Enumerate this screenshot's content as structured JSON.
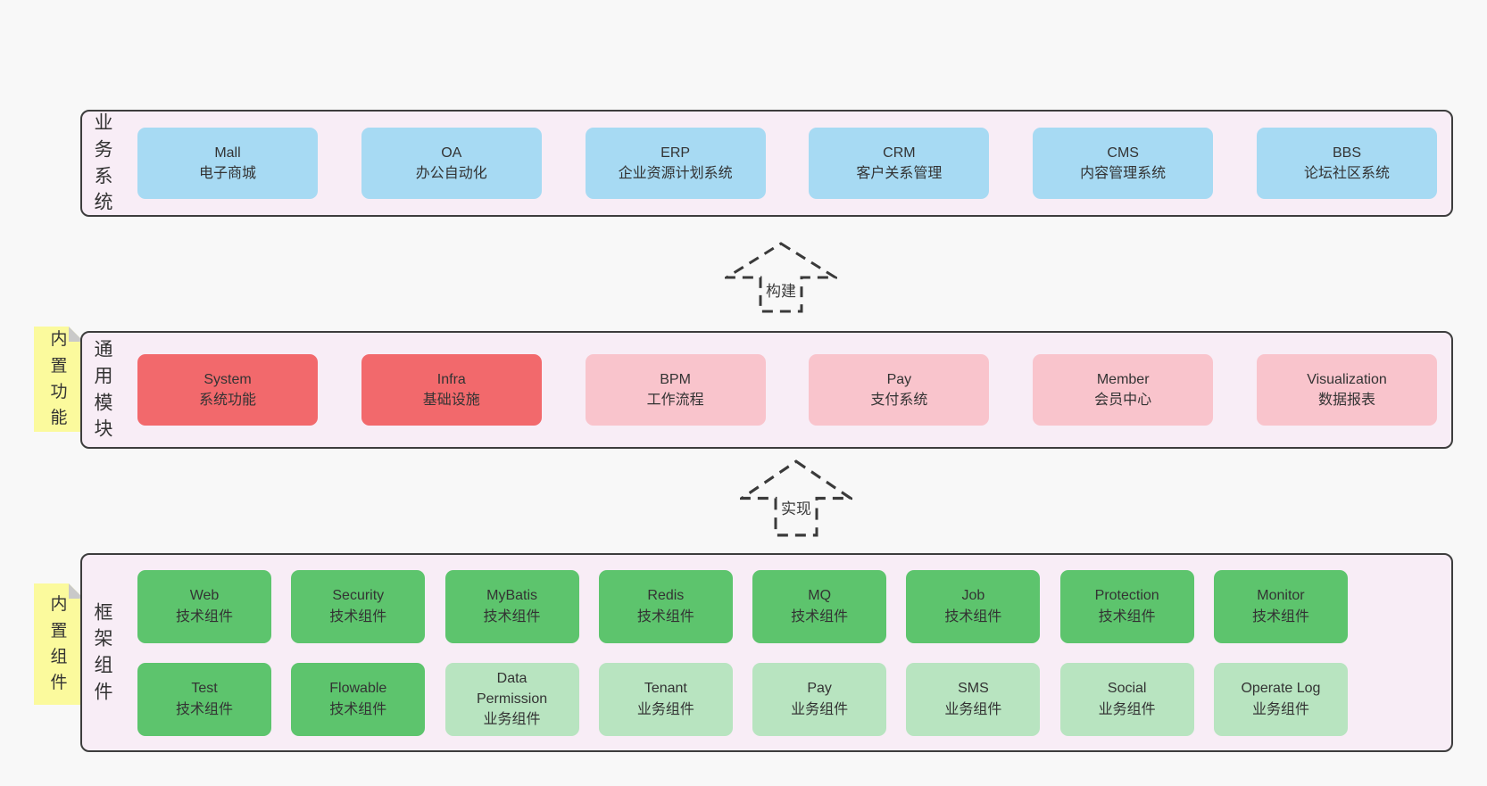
{
  "palette": {
    "page_bg": "#f8f8f8",
    "panel_bg": "#f8edf6",
    "panel_border": "#3d3d3d",
    "box_blue": "#a7daf3",
    "box_red": "#f2696c",
    "box_pink": "#f9c4cc",
    "box_green": "#5dc46d",
    "box_light_green": "#b8e4c0",
    "note_yellow": "#fbfa9d",
    "note_fold_gray": "#c9c9c9",
    "text": "#333333"
  },
  "arrows": [
    {
      "label": "构建"
    },
    {
      "label": "实现"
    }
  ],
  "panels": [
    {
      "label": "业务系统",
      "rows": [
        [
          {
            "title": "Mall",
            "subtitle": "电子商城",
            "variant": "blue"
          },
          {
            "title": "OA",
            "subtitle": "办公自动化",
            "variant": "blue"
          },
          {
            "title": "ERP",
            "subtitle": "企业资源计划系统",
            "variant": "blue"
          },
          {
            "title": "CRM",
            "subtitle": "客户关系管理",
            "variant": "blue"
          },
          {
            "title": "CMS",
            "subtitle": "内容管理系统",
            "variant": "blue"
          },
          {
            "title": "BBS",
            "subtitle": "论坛社区系统",
            "variant": "blue"
          }
        ]
      ]
    },
    {
      "label": "通用模块",
      "note": "内置功能",
      "rows": [
        [
          {
            "title": "System",
            "subtitle": "系统功能",
            "variant": "red"
          },
          {
            "title": "Infra",
            "subtitle": "基础设施",
            "variant": "red"
          },
          {
            "title": "BPM",
            "subtitle": "工作流程",
            "variant": "pink"
          },
          {
            "title": "Pay",
            "subtitle": "支付系统",
            "variant": "pink"
          },
          {
            "title": "Member",
            "subtitle": "会员中心",
            "variant": "pink"
          },
          {
            "title": "Visualization",
            "subtitle": "数据报表",
            "variant": "pink"
          }
        ]
      ]
    },
    {
      "label": "框架组件",
      "note": "内置组件",
      "rows": [
        [
          {
            "title": "Web",
            "subtitle": "技术组件",
            "variant": "green"
          },
          {
            "title": "Security",
            "subtitle": "技术组件",
            "variant": "green"
          },
          {
            "title": "MyBatis",
            "subtitle": "技术组件",
            "variant": "green"
          },
          {
            "title": "Redis",
            "subtitle": "技术组件",
            "variant": "green"
          },
          {
            "title": "MQ",
            "subtitle": "技术组件",
            "variant": "green"
          },
          {
            "title": "Job",
            "subtitle": "技术组件",
            "variant": "green"
          },
          {
            "title": "Protection",
            "subtitle": "技术组件",
            "variant": "green"
          },
          {
            "title": "Monitor",
            "subtitle": "技术组件",
            "variant": "green"
          }
        ],
        [
          {
            "title": "Test",
            "subtitle": "技术组件",
            "variant": "green"
          },
          {
            "title": "Flowable",
            "subtitle": "技术组件",
            "variant": "green"
          },
          {
            "title": "Data Permission",
            "subtitle": "业务组件",
            "variant": "lgreen"
          },
          {
            "title": "Tenant",
            "subtitle": "业务组件",
            "variant": "lgreen"
          },
          {
            "title": "Pay",
            "subtitle": "业务组件",
            "variant": "lgreen"
          },
          {
            "title": "SMS",
            "subtitle": "业务组件",
            "variant": "lgreen"
          },
          {
            "title": "Social",
            "subtitle": "业务组件",
            "variant": "lgreen"
          },
          {
            "title": "Operate Log",
            "subtitle": "业务组件",
            "variant": "lgreen"
          }
        ]
      ]
    }
  ]
}
